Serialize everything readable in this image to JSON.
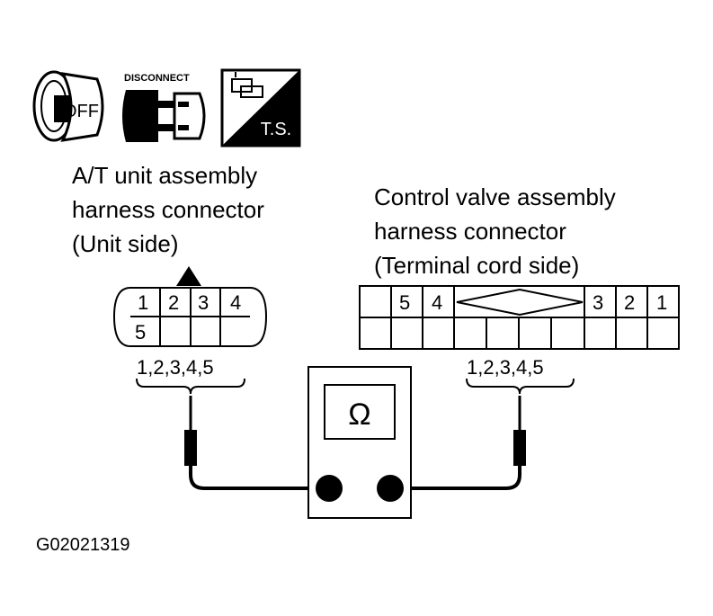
{
  "icons": {
    "ignition_off_label": "OFF",
    "disconnect_label": "DISCONNECT",
    "tester_label": "T.S."
  },
  "left_connector": {
    "title_lines": [
      "A/T unit assembly",
      "harness connector",
      "(Unit side)"
    ],
    "terminals_top": [
      "1",
      "2",
      "3",
      "4"
    ],
    "terminals_bottom": [
      "5"
    ],
    "probe_label": "1,2,3,4,5"
  },
  "right_connector": {
    "title_lines": [
      "Control valve assembly",
      "harness connector",
      "(Terminal cord side)"
    ],
    "terminals_top_left": [
      "5",
      "4"
    ],
    "terminals_top_right": [
      "3",
      "2",
      "1"
    ],
    "probe_label": "1,2,3,4,5"
  },
  "meter": {
    "symbol": "Ω"
  },
  "figure_code": "G02021319"
}
